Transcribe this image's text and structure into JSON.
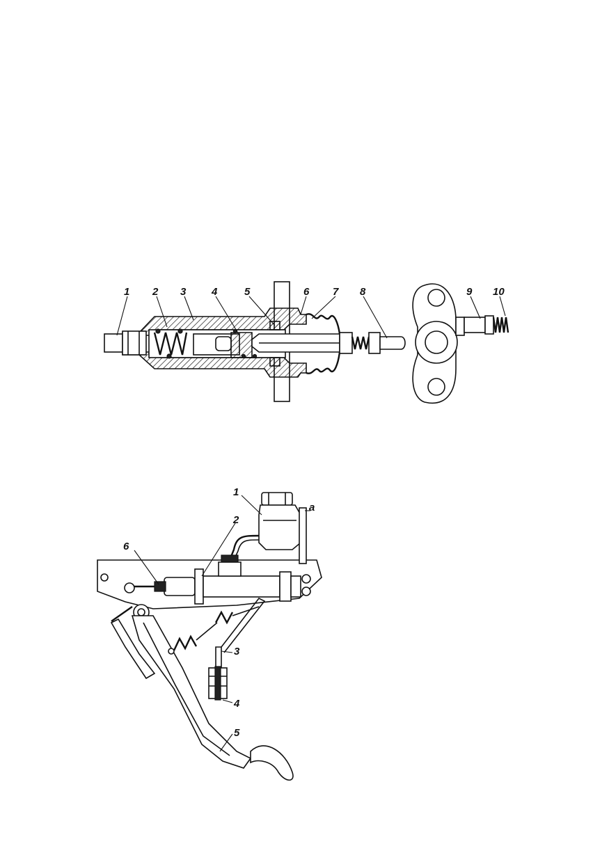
{
  "figure_top": {
    "callouts": [
      {
        "id": "1",
        "label": "1"
      },
      {
        "id": "2",
        "label": "2"
      },
      {
        "id": "3",
        "label": "3"
      },
      {
        "id": "4",
        "label": "4"
      },
      {
        "id": "5",
        "label": "5"
      },
      {
        "id": "6",
        "label": "6"
      },
      {
        "id": "7",
        "label": "7"
      },
      {
        "id": "8",
        "label": "8"
      },
      {
        "id": "9",
        "label": "9"
      },
      {
        "id": "10",
        "label": "10"
      }
    ]
  },
  "figure_bottom": {
    "callouts": [
      {
        "id": "1",
        "label": "1"
      },
      {
        "id": "2",
        "label": "2"
      },
      {
        "id": "3",
        "label": "3"
      },
      {
        "id": "4",
        "label": "4"
      },
      {
        "id": "5",
        "label": "5"
      },
      {
        "id": "6",
        "label": "6"
      },
      {
        "id": "a",
        "label": "a"
      }
    ]
  }
}
